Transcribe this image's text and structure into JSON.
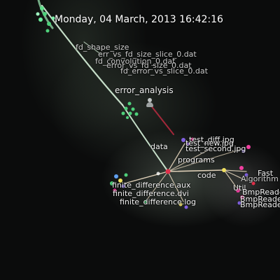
{
  "visualization": {
    "timestamp": "Monday, 04 March, 2013 16:42:16",
    "stacked_labels": [
      "fd_shape_size",
      "error_analysis"
    ],
    "data_files": [
      "err_vs_fd_size_slice_0.dat",
      "fd_convolution_0.dat",
      "error_vs_fd_size_0.dat",
      "fd_error_vs_slice_0.dat"
    ],
    "directories": {
      "data": "data",
      "programs": "programs",
      "code": "code"
    },
    "image_files": [
      "test_diff.jpg",
      "test_new.jpg",
      "test_second.jpg"
    ],
    "latex_files": [
      "finite_difference.aux",
      "finite_difference.dvi",
      "finite_difference.log"
    ],
    "code_files": [
      "Fast",
      "Algorithm",
      "Util",
      "BmpReader",
      "BmpReader",
      "BmpReader"
    ],
    "colors": {
      "background": "#0b0c0c",
      "edge_main": "#bfe8c8",
      "edge_branch": "#e8c8a8",
      "node_green": "#4ed07a",
      "node_red": "#e0304a",
      "node_yellow": "#f0e060",
      "node_purple": "#8060e0",
      "node_pink": "#f040a0",
      "node_blue": "#60a0f0"
    },
    "icons": {
      "user_avatar": "user-avatar-icon"
    }
  }
}
